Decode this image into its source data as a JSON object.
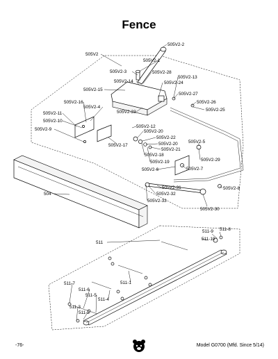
{
  "page": {
    "title": "Fence",
    "page_number": "-76-",
    "model": "Model G0700 (Mfd. Since 5/14)"
  },
  "labels": [
    "505V2",
    "505V2-1",
    "505V2-2",
    "505V2-3",
    "505V2-4",
    "505V2-5",
    "505V2-6",
    "505V2-7",
    "505V2-8",
    "505V2-9",
    "505V2-10",
    "505V2-11",
    "505V2-12",
    "505V2-13",
    "505V2-14",
    "505V2-15",
    "505V2-16",
    "505V2-17",
    "505V2-18",
    "505V2-19",
    "505V2-20",
    "505V2-20",
    "505V2-21",
    "505V2-22",
    "505V2-23",
    "505V2-24",
    "505V2-25",
    "505V2-26",
    "505V2-27",
    "505V2-28",
    "505V2-29",
    "505V2-30",
    "505V2-31",
    "505V2-32",
    "505V2-33",
    "504",
    "511",
    "511-1",
    "511-2",
    "511-3",
    "511-4",
    "511-5",
    "511-6",
    "511-7",
    "511-8",
    "511-9",
    "511-10"
  ]
}
